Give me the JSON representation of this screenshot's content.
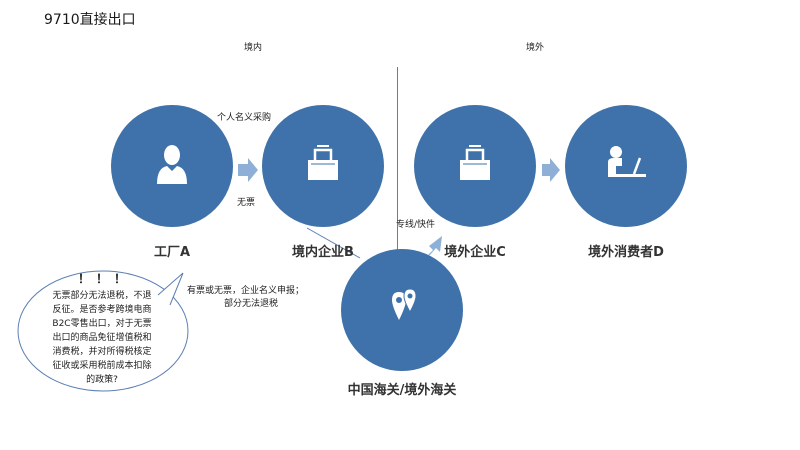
{
  "title": "9710直接出口",
  "regions": {
    "domestic": "境内",
    "overseas": "境外"
  },
  "nodes": {
    "factory": "工厂A",
    "domestic_company": "境内企业B",
    "overseas_company": "境外企业C",
    "consumer": "境外消费者D",
    "customs": "中国海关/境外海关"
  },
  "annotations": {
    "personal_purchase": "个人名义采购",
    "no_invoice": "无票",
    "express": "专线/快件",
    "declaration_1": "有票或无票，企业名义申报；",
    "declaration_2": "部分无法退税"
  },
  "callout": {
    "marks": "！！！",
    "lines": [
      "无票部分无法退税，不退",
      "反征。是否参考跨境电商",
      "B2C零售出口，对于无票",
      "出口的商品免征增值税和",
      "消费税，并对所得税核定",
      "征收或采用税前成本扣除",
      "的政策?"
    ]
  },
  "icons": {
    "factory": "person-icon",
    "domestic_company": "binder-clip-icon",
    "overseas_company": "binder-clip-icon",
    "consumer": "person-at-computer-icon",
    "customs": "map-pin-icon"
  },
  "colors": {
    "node": "#3f72aa",
    "arrow": "#8fb0d6",
    "line": "#5b7fb3"
  }
}
